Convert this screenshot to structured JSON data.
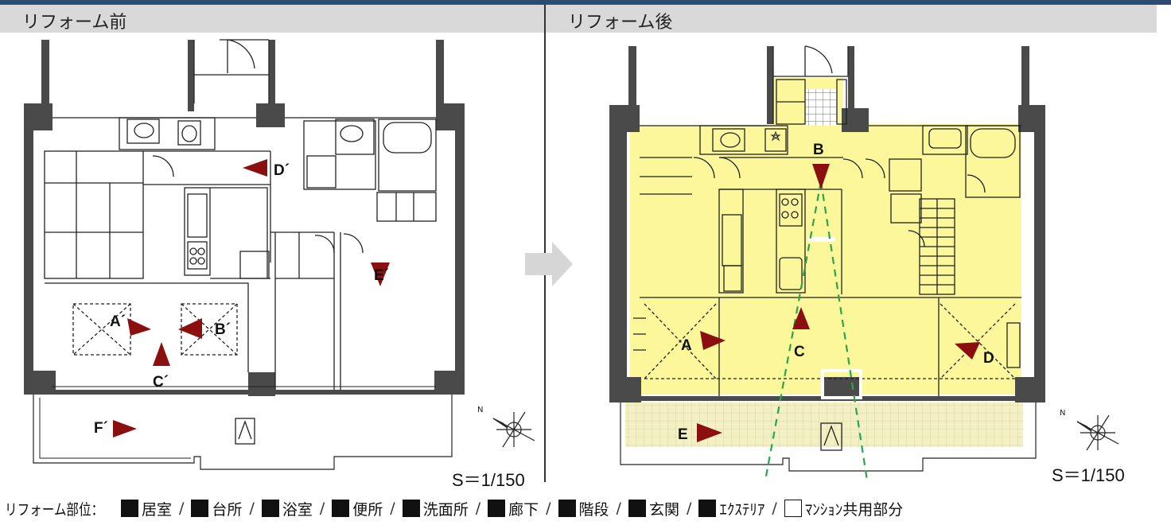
{
  "header_before": "リフォーム前",
  "header_after": "リフォーム後",
  "scale_before": "S＝1/150",
  "scale_after": "S＝1/150",
  "legend_title": "リフォーム部位：",
  "legend_items": [
    "居室",
    "台所",
    "浴室",
    "便所",
    "洗面所",
    "廊下",
    "階段",
    "玄関",
    "ｴｸｽﾃﾘｱ",
    "ﾏﾝｼｮﾝ共用部分"
  ],
  "legend_sep": "/",
  "markers_before": {
    "a": "A´",
    "b": "B´",
    "c": "C´",
    "d": "D´",
    "e": "E´",
    "f": "F´"
  },
  "markers_after": {
    "a": "A",
    "b": "B",
    "c": "C",
    "d": "D",
    "e": "E"
  },
  "colors": {
    "header_bar": "#2c4a72",
    "header_bg": "#d9d9d9",
    "wall": "#4a4a4a",
    "highlight": "#fbf79a",
    "balcony": "#f3f0c4",
    "arrow": "#8b0f0f",
    "sightline": "#2aa64a"
  }
}
